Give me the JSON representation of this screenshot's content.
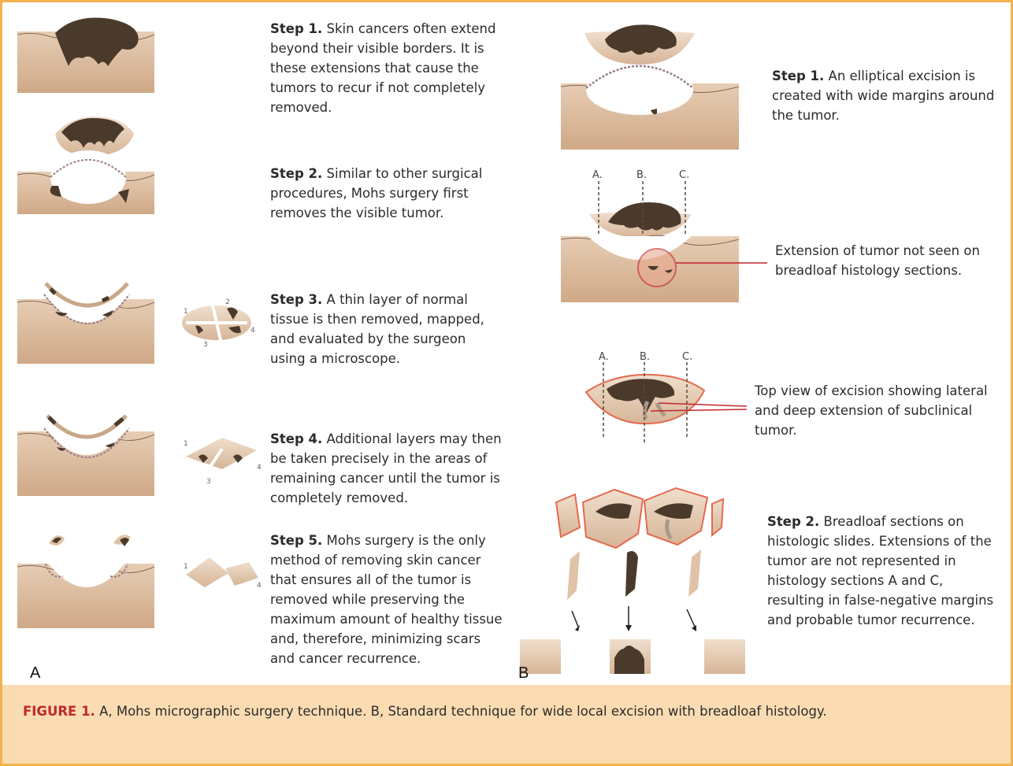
{
  "panel_a": {
    "letter": "A",
    "steps": [
      {
        "label": "Step 1.",
        "text": "Skin cancers often extend beyond their visible borders. It is these extensions that cause the tumors to recur if not completely removed."
      },
      {
        "label": "Step 2.",
        "text": "Similar to other surgical procedures, Mohs surgery first removes the visible tumor."
      },
      {
        "label": "Step 3.",
        "text": "A thin layer of normal tissue is then removed, mapped, and evaluated by the surgeon using a microscope."
      },
      {
        "label": "Step 4.",
        "text": "Additional layers may then be taken precisely in the areas of remaining cancer until the tumor is completely removed."
      },
      {
        "label": "Step 5.",
        "text": "Mohs surgery is the only method of removing skin cancer that ensures all of the tumor is removed while preserving the maximum amount of healthy tissue and, therefore, minimizing scars and cancer recurrence."
      }
    ],
    "map_numbers_step3": [
      "1",
      "2",
      "3",
      "4"
    ],
    "map_numbers_step4": [
      "1",
      "3",
      "4"
    ],
    "map_numbers_step5": [
      "1",
      "4"
    ]
  },
  "panel_b": {
    "letter": "B",
    "step1": {
      "label": "Step 1.",
      "text": "An elliptical excision is created with wide margins around the tumor."
    },
    "extension_note": "Extension of tumor not seen on breadloaf histology sections.",
    "top_view_note": "Top view of excision showing lateral and deep extension of subclinical tumor.",
    "step2": {
      "label": "Step 2.",
      "text": "Breadloaf sections on histologic slides. Extensions of the tumor are not represented in histology sections A and C, resulting in false-negative margins and probable tumor recurrence."
    },
    "section_labels": [
      "A.",
      "B.",
      "C."
    ]
  },
  "caption": {
    "label": "FIGURE 1.",
    "text": "A, Mohs micrographic surgery technique. B, Standard technique for wide local excision with breadloaf histology."
  },
  "colors": {
    "border": "#f2b24d",
    "caption_bg": "#fbdcb2",
    "skin": "#d9b89a",
    "tumor": "#4a3a2c",
    "red_line": "#c2272d"
  }
}
